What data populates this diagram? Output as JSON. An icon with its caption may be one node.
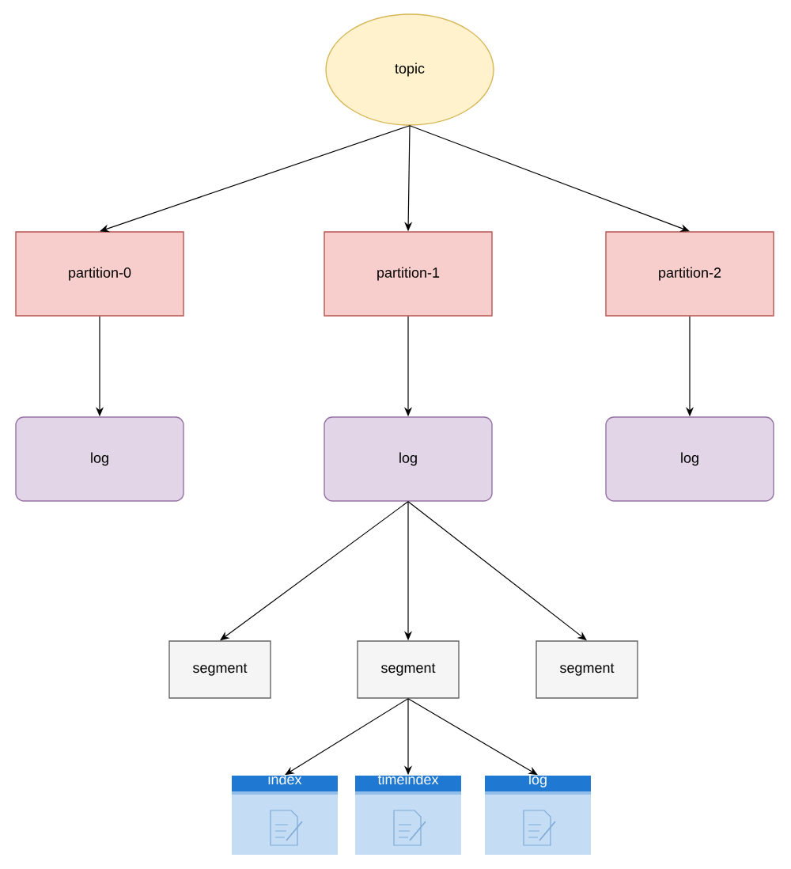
{
  "diagram": {
    "nodes": [
      {
        "text": [
          "topic"
        ]
      },
      {
        "text": [
          "partition-0"
        ]
      },
      {
        "text": [
          "partition-1"
        ]
      },
      {
        "text": [
          "partition-2"
        ]
      },
      {
        "text": [
          "log"
        ]
      },
      {
        "text": [
          "log"
        ]
      },
      {
        "text": [
          "log"
        ]
      },
      {
        "text": [
          "segment"
        ]
      },
      {
        "text": [
          "segment"
        ]
      },
      {
        "text": [
          "segment"
        ]
      },
      {
        "text": [
          "index"
        ]
      },
      {
        "text": [
          "timeindex"
        ]
      },
      {
        "text": [
          "log"
        ]
      }
    ],
    "edges": [
      {
        "from": 0,
        "to": 1,
        "arrow": "to"
      },
      {
        "from": 0,
        "to": 2,
        "arrow": "to"
      },
      {
        "from": 0,
        "to": 3,
        "arrow": "to"
      },
      {
        "from": 1,
        "to": 4,
        "arrow": "to"
      },
      {
        "from": 2,
        "to": 5,
        "arrow": "to"
      },
      {
        "from": 3,
        "to": 6,
        "arrow": "to"
      },
      {
        "from": 5,
        "to": 7,
        "arrow": "to"
      },
      {
        "from": 5,
        "to": 8,
        "arrow": "to"
      },
      {
        "from": 5,
        "to": 9,
        "arrow": "to"
      },
      {
        "from": 8,
        "to": 10,
        "arrow": "to"
      },
      {
        "from": 8,
        "to": 11,
        "arrow": "to"
      },
      {
        "from": 8,
        "to": 12,
        "arrow": "to"
      }
    ]
  }
}
